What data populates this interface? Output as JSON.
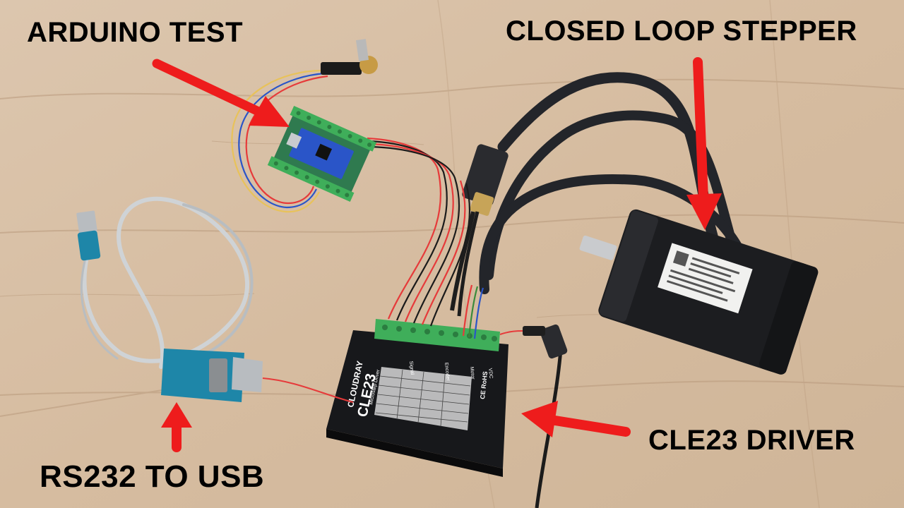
{
  "image": {
    "captions": {
      "arduino": "ARDUINO TEST",
      "stepper": "CLOSED LOOP STEPPER",
      "driver": "CLE23 DRIVER",
      "rs232": "RS232 TO USB"
    },
    "driver_label": {
      "brand": "CLOUDRAY",
      "model": "CLE23",
      "subtitle": "Microstep Driver",
      "rohs": "CE RoHS",
      "signal": "Signal",
      "encoder": "Encoder",
      "motor": "Motor",
      "vdc": "VDC"
    },
    "colors": {
      "arrow": "#ee1c1c",
      "caption": "#000000",
      "wood": "#d8c0a6",
      "terminal": "#3fae5a",
      "pcb": "#2f7a4f",
      "nano": "#2a55c8",
      "driver_body": "#17181b",
      "motor_body": "#1c1d20",
      "cable": "#23252a",
      "serial_blue": "#1e86a8"
    }
  }
}
